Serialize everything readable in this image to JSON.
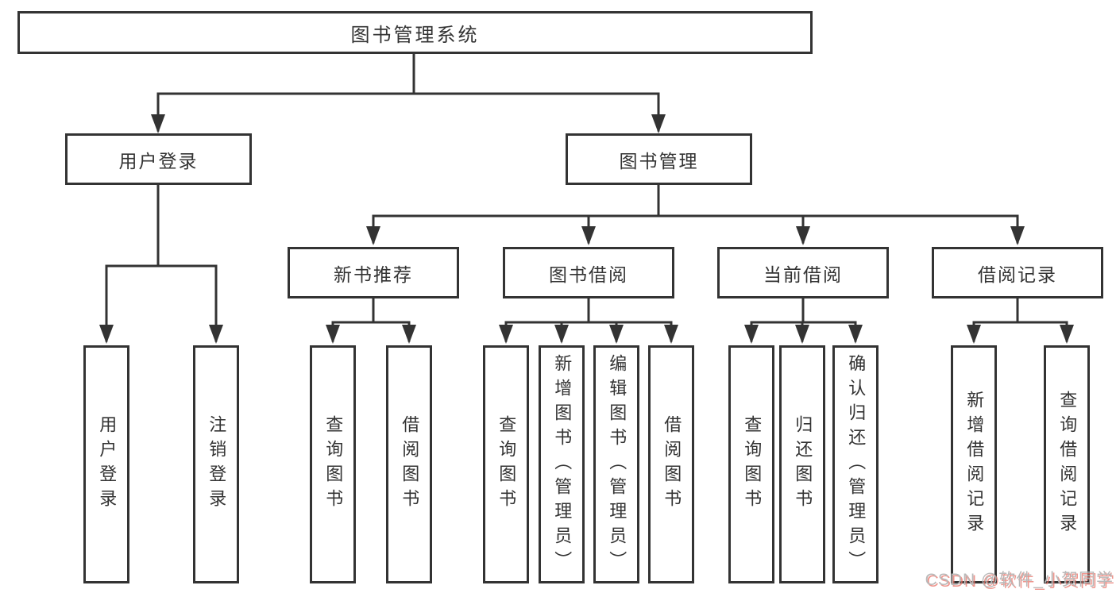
{
  "tree": {
    "root": {
      "label": "图书管理系统"
    },
    "branches": [
      {
        "label": "用户登录",
        "leaves": [
          {
            "label": "用户登录"
          },
          {
            "label": "注销登录"
          }
        ]
      },
      {
        "label": "图书管理",
        "groups": [
          {
            "label": "新书推荐",
            "leaves": [
              {
                "label": "查询图书"
              },
              {
                "label": "借阅图书"
              }
            ]
          },
          {
            "label": "图书借阅",
            "leaves": [
              {
                "label": "查询图书"
              },
              {
                "label": "新增图书（管理员）"
              },
              {
                "label": "编辑图书（管理员）"
              },
              {
                "label": "借阅图书"
              }
            ]
          },
          {
            "label": "当前借阅",
            "leaves": [
              {
                "label": "查询图书"
              },
              {
                "label": "归还图书"
              },
              {
                "label": "确认归还（管理员）"
              }
            ]
          },
          {
            "label": "借阅记录",
            "leaves": [
              {
                "label": "新增借阅记录"
              },
              {
                "label": "查询借阅记录"
              }
            ]
          }
        ]
      }
    ]
  },
  "watermark": {
    "text": "CSDN @软件_小贺同学"
  },
  "colors": {
    "line": "#333333",
    "box_background": "#ffffff",
    "text": "#333333",
    "watermark_gray": "#b9b9b9",
    "watermark_red_shadow": "#e8746a"
  }
}
